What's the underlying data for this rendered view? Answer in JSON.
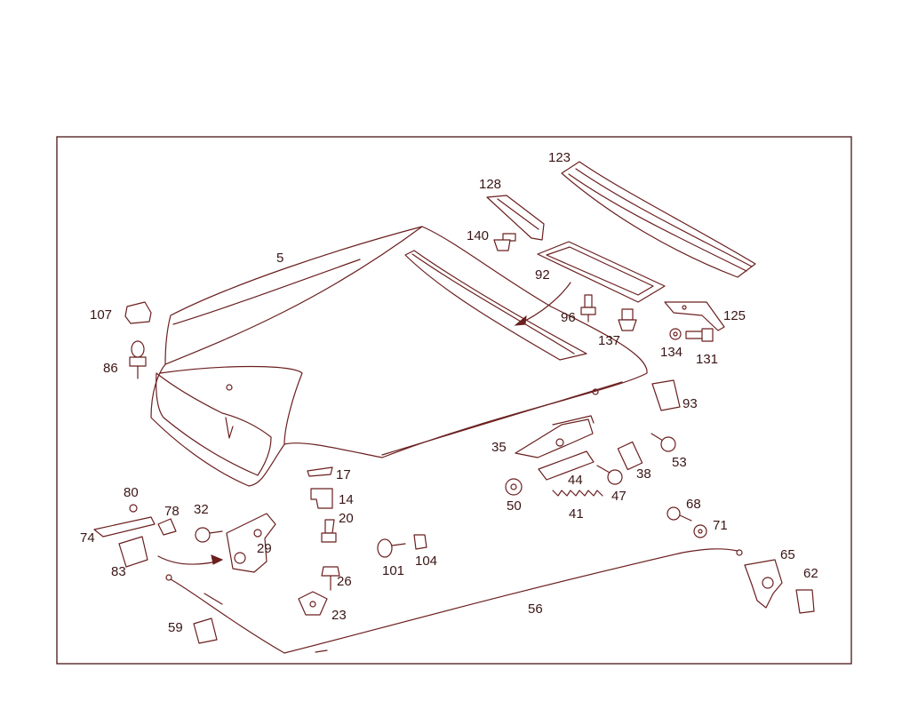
{
  "diagram": {
    "labels": {
      "p5": "5",
      "p14": "14",
      "p17": "17",
      "p20": "20",
      "p23": "23",
      "p26": "26",
      "p29": "29",
      "p32": "32",
      "p35": "35",
      "p38": "38",
      "p41": "41",
      "p44": "44",
      "p47": "47",
      "p50": "50",
      "p53": "53",
      "p56": "56",
      "p59": "59",
      "p62": "62",
      "p65": "65",
      "p68": "68",
      "p71": "71",
      "p74": "74",
      "p78": "78",
      "p80": "80",
      "p83": "83",
      "p86": "86",
      "p92": "92",
      "p93": "93",
      "p96": "96",
      "p101": "101",
      "p104": "104",
      "p107": "107",
      "p123": "123",
      "p125": "125",
      "p128": "128",
      "p131": "131",
      "p134": "134",
      "p137": "137",
      "p140": "140"
    }
  }
}
